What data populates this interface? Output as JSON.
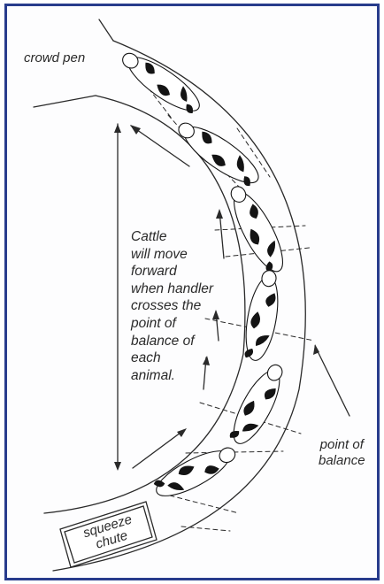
{
  "labels": {
    "crowd_pen": "crowd pen",
    "cattle_text": "Cattle\nwill move\nforward\nwhen handler\ncrosses the\npoint of\nbalance of\neach\nanimal.",
    "point_of_balance": "point of\nbalance",
    "squeeze_chute": "squeeze\nchute"
  },
  "colors": {
    "frame_border": "#283c8c",
    "line": "#2a2a2a",
    "cow_body": "#ffffff",
    "cow_spots": "#141414"
  }
}
